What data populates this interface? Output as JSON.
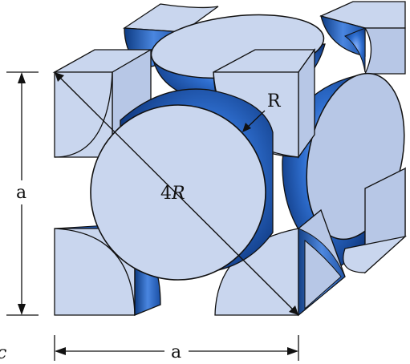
{
  "figure": {
    "side_length_label": "a",
    "radius_label": "R",
    "face_diagonal_coefficient": "4",
    "face_diagonal_symbol": "R",
    "partial_corner_label": "c"
  },
  "colors": {
    "face_light": "#c9d6ee",
    "sphere_blue": "#1f5fb8",
    "sphere_deep": "#0d3b82",
    "sphere_highlight": "#7fb0ff",
    "outline": "#111111"
  }
}
